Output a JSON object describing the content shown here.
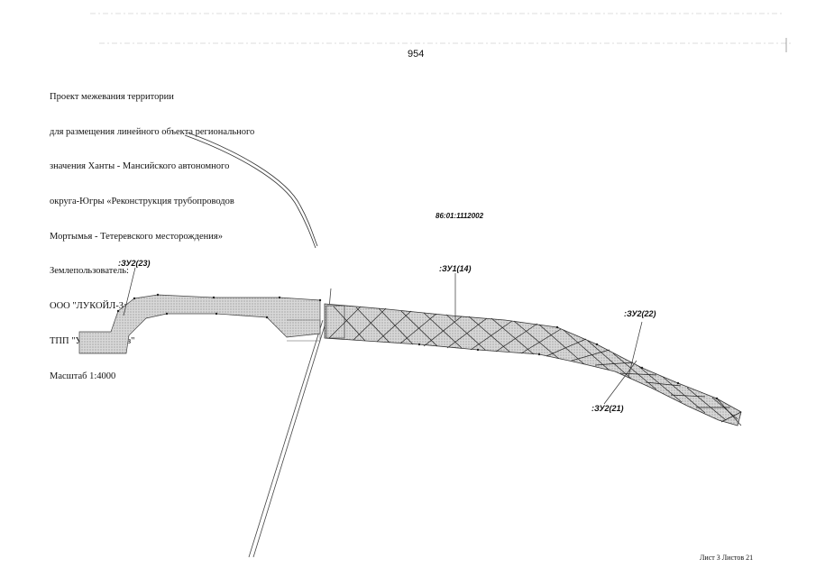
{
  "page_number": "954",
  "title_lines": [
    "Проект межевания территории",
    "для размещения линейного объекта регионального",
    "значения Ханты - Мансийского автономного",
    "округа-Югры «Реконструкция трубопроводов",
    "Мортымья - Тетеревского месторождения»",
    "Землепользователь:",
    "ООО \"ЛУКОЙЛ-Западная Сибирь\"",
    "ТПП \"Урайнефтегаз\"",
    "Масштаб 1:4000"
  ],
  "cadastral_number": "86:01:1112002",
  "plot_labels": {
    "zu2_23": ":ЗУ2(23)",
    "zu1_14": ":ЗУ1(14)",
    "zu2_22": ":ЗУ2(22)",
    "zu2_21": ":ЗУ2(21)"
  },
  "footer": "Лист 3 Листов 21",
  "colors": {
    "line": "#333333",
    "fill": "#c8c8c8",
    "hatch": "#222222"
  }
}
